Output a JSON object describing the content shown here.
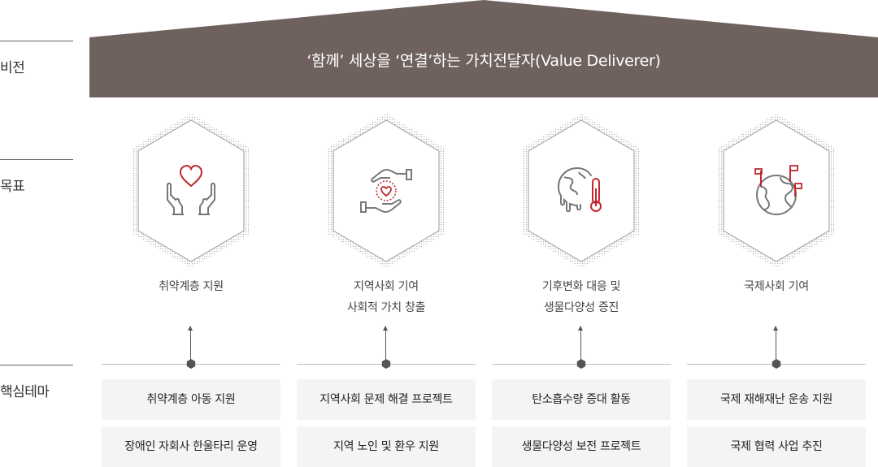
{
  "row_labels": {
    "vision": "비전",
    "goal": "목표",
    "core": "핵심테마"
  },
  "vision_statement": "‘함께’ 세상을 ‘연결’하는 가치전달자(Value Deliverer)",
  "colors": {
    "roof": "#6f625e",
    "accent_red": "#c0282d",
    "icon_gray": "#777777",
    "card_bg": "#f5f4f3"
  },
  "columns": [
    {
      "icon": "hands-heart-icon",
      "goal_lines": [
        "취약계층 지원"
      ],
      "themes": [
        "취약계층 아동 지원",
        "장애인 자회사 한울타리 운영"
      ]
    },
    {
      "icon": "giving-hands-heart-icon",
      "goal_lines": [
        "지역사회 기여",
        "사회적 가치 창출"
      ],
      "themes": [
        "지역사회 문제 해결 프로젝트",
        "지역 노인 및 환우 지원"
      ]
    },
    {
      "icon": "melting-earth-thermometer-icon",
      "goal_lines": [
        "기후변화 대응 및",
        "생물다양성 증진"
      ],
      "themes": [
        "탄소흡수량 증대 활동",
        "생물다양성 보전 프로젝트"
      ]
    },
    {
      "icon": "globe-flags-icon",
      "goal_lines": [
        "국제사회 기여"
      ],
      "themes": [
        "국제 재해재난 운송 지원",
        "국제 협력 사업 추진"
      ]
    }
  ]
}
